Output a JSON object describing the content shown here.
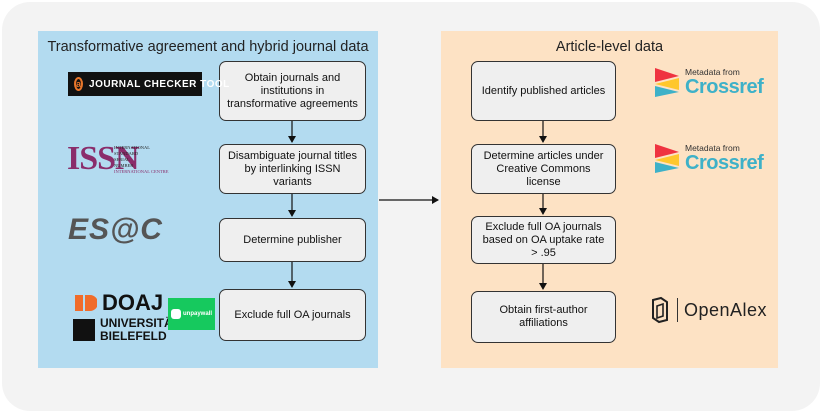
{
  "left_panel": {
    "title": "Transformative agreement and hybrid journal data",
    "steps": [
      "Obtain journals and institutions in transformative agreements",
      "Disambiguate journal titles by interlinking ISSN variants",
      "Determine publisher",
      "Exclude full OA journals"
    ],
    "logos": {
      "jct": "JOURNAL CHECKER TOOL",
      "issn_main": "ISSN",
      "issn_sub": [
        "INTERNATIONAL",
        "STANDARD",
        "SERIAL",
        "NUMBER",
        "INTERNATIONAL CENTRE"
      ],
      "esac": "ES@C",
      "doaj": "DOAJ",
      "unib_line1": "UNIVERSITÄT",
      "unib_line2": "BIELEFELD",
      "unpaywall": "unpaywall"
    }
  },
  "right_panel": {
    "title": "Article-level data",
    "steps": [
      "Identify published articles",
      "Determine articles under Creative Commons license",
      "Exclude full OA journals based on OA uptake rate > .95",
      "Obtain first-author affiliations"
    ],
    "logos": {
      "crossref_top": "Metadata from",
      "crossref_name": "Crossref",
      "openalex": "OpenAlex"
    }
  },
  "colors": {
    "left_panel": "#b3dbf0",
    "right_panel": "#fde2c4",
    "box": "#efefef",
    "crossref_blue": "#3eb1c8",
    "crossref_red": "#ef3340",
    "crossref_yellow": "#ffc72c",
    "issn_purple": "#8a2d6b",
    "unpaywall_green": "#16c95e"
  }
}
